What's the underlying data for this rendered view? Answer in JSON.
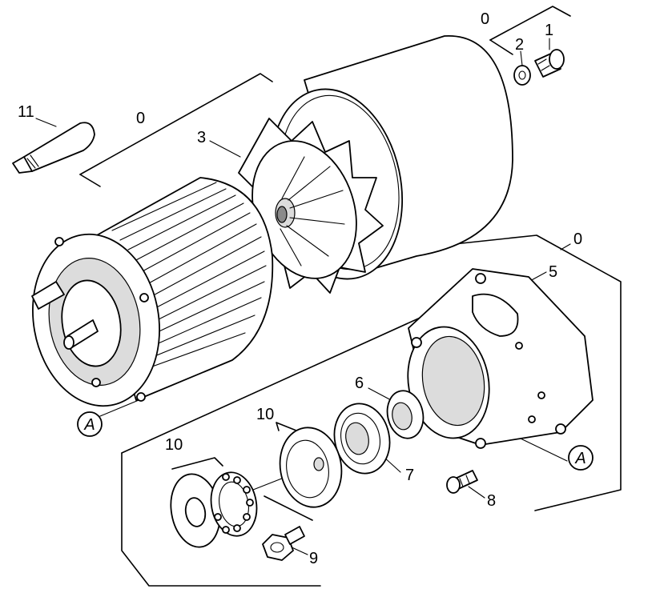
{
  "callouts": {
    "c0_top": "0",
    "c1": "1",
    "c2": "2",
    "c11": "11",
    "c0_left": "0",
    "c3": "3",
    "c0_right": "0",
    "c5": "5",
    "c6": "6",
    "c7": "7",
    "c8": "8",
    "c9": "9",
    "c10_top": "10",
    "c10_left": "10",
    "ref_a_left": "A",
    "ref_a_right": "A"
  }
}
